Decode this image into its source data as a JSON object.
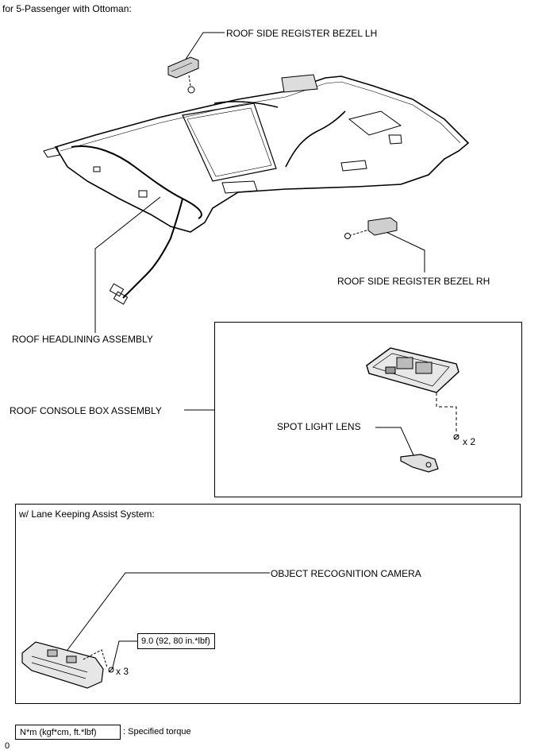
{
  "header": {
    "variant": "for 5-Passenger with Ottoman:"
  },
  "labels": {
    "bezel_lh": "ROOF SIDE REGISTER BEZEL LH",
    "bezel_rh": "ROOF SIDE REGISTER BEZEL RH",
    "headlining": "ROOF HEADLINING ASSEMBLY",
    "console_box": "ROOF CONSOLE BOX ASSEMBLY",
    "spot_lens": "SPOT LIGHT LENS",
    "console_qty": "x 2",
    "camera": "OBJECT RECOGNITION CAMERA",
    "camera_qty": "x 3",
    "torque_value": "9.0 (92, 80 in.*lbf)"
  },
  "lane_keeping": {
    "title": "w/ Lane Keeping Assist System:"
  },
  "legend": {
    "unit": "N*m (kgf*cm, ft.*lbf)",
    "desc": ": Specified torque"
  },
  "footer": {
    "figure_id": "0"
  }
}
